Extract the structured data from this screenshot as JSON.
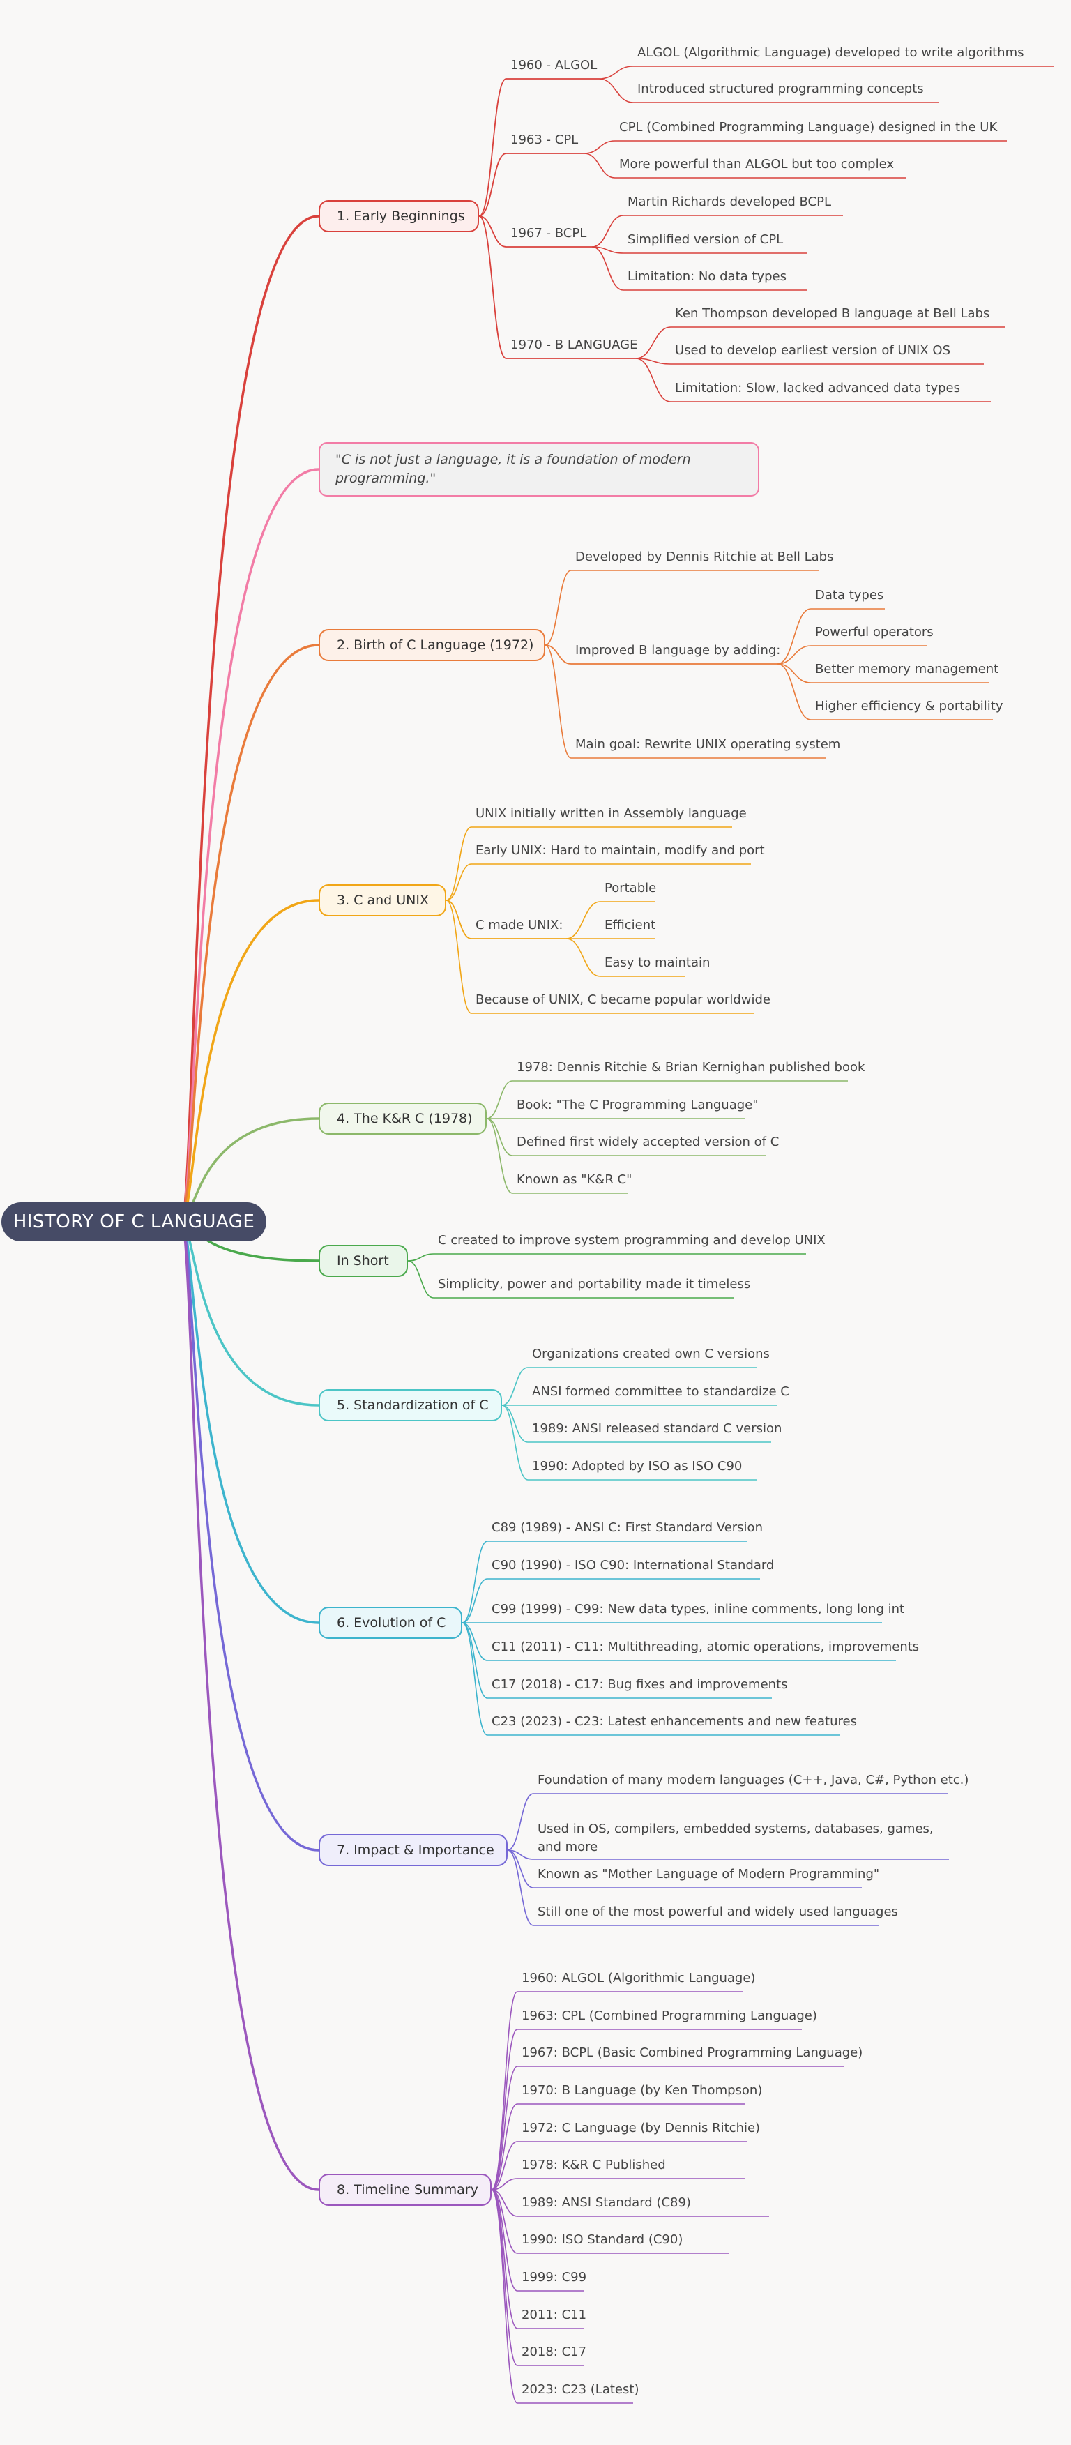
{
  "root": "HISTORY OF C LANGUAGE",
  "colors": {
    "root": "#464b66",
    "early": "#d9413c",
    "quote": "#f27ca6",
    "birth": "#e97b3b",
    "unix": "#f1a617",
    "kr": "#8cb86a",
    "short": "#4aa94c",
    "std": "#4cc5c6",
    "evo": "#3db4cd",
    "impact": "#7568d6",
    "timeline": "#9b57bd"
  },
  "early": {
    "title": "1. Early Beginnings",
    "algol": {
      "label": "1960 - ALGOL",
      "items": [
        "ALGOL (Algorithmic Language) developed to write algorithms",
        "Introduced structured programming concepts"
      ]
    },
    "cpl": {
      "label": "1963 - CPL",
      "items": [
        "CPL (Combined Programming Language) designed in the UK",
        "More powerful than ALGOL but too complex"
      ]
    },
    "bcpl": {
      "label": "1967 - BCPL",
      "items": [
        "Martin Richards developed BCPL",
        "Simplified version of CPL",
        "Limitation: No data types"
      ]
    },
    "b": {
      "label": "1970 - B LANGUAGE",
      "items": [
        "Ken Thompson developed B language at Bell Labs",
        "Used to develop earliest version of UNIX OS",
        "Limitation: Slow, lacked advanced data types"
      ]
    }
  },
  "quote": "\"C is not just a language, it is a foundation of modern programming.\"",
  "birth": {
    "title": "2. Birth of C Language (1972)",
    "dev": "Developed by Dennis Ritchie at Bell Labs",
    "improved": {
      "label": "Improved B language by adding:",
      "items": [
        "Data types",
        "Powerful operators",
        "Better memory management",
        "Higher efficiency & portability"
      ]
    },
    "goal": "Main goal: Rewrite UNIX operating system"
  },
  "unix": {
    "title": "3. C and UNIX",
    "items": [
      "UNIX initially written in Assembly language",
      "Early UNIX: Hard to maintain, modify and port"
    ],
    "made": {
      "label": "C made UNIX:",
      "items": [
        "Portable",
        "Efficient",
        "Easy to maintain"
      ]
    },
    "last": "Because of UNIX, C became popular worldwide"
  },
  "kr": {
    "title": "4. The K&R C (1978)",
    "items": [
      "1978: Dennis Ritchie & Brian Kernighan published book",
      "Book: \"The C Programming Language\"",
      "Defined first widely accepted version of C",
      "Known as \"K&R C\""
    ]
  },
  "short": {
    "title": "In Short",
    "items": [
      "C created to improve system programming and develop UNIX",
      "Simplicity, power and portability made it timeless"
    ]
  },
  "std": {
    "title": "5. Standardization of C",
    "items": [
      "Organizations created own C versions",
      "ANSI formed committee to standardize C",
      "1989: ANSI released standard C version",
      "1990: Adopted by ISO as ISO C90"
    ]
  },
  "evo": {
    "title": "6. Evolution of C",
    "items": [
      "C89 (1989) - ANSI C: First Standard Version",
      "C90 (1990) - ISO C90: International Standard",
      "C99 (1999) - C99: New data types, inline comments, long long int",
      "C11 (2011) - C11: Multithreading, atomic operations, improvements",
      "C17 (2018) - C17: Bug fixes and improvements",
      "C23 (2023) - C23: Latest enhancements and new features"
    ]
  },
  "impact": {
    "title": "7. Impact & Importance",
    "items": [
      "Foundation of many modern languages (C++, Java, C#, Python etc.)",
      "Used in OS, compilers, embedded systems, databases, games, and more",
      "Known as \"Mother Language of Modern Programming\"",
      "Still one of the most powerful and widely used languages"
    ]
  },
  "timeline": {
    "title": "8. Timeline Summary",
    "items": [
      "1960: ALGOL (Algorithmic Language)",
      "1963: CPL (Combined Programming Language)",
      "1967: BCPL (Basic Combined Programming Language)",
      "1970: B Language (by Ken Thompson)",
      "1972: C Language (by Dennis Ritchie)",
      "1978: K&R C Published",
      "1989: ANSI Standard (C89)",
      "1990: ISO Standard (C90)",
      "1999: C99",
      "2011: C11",
      "2018: C17",
      "2023: C23 (Latest)"
    ]
  }
}
